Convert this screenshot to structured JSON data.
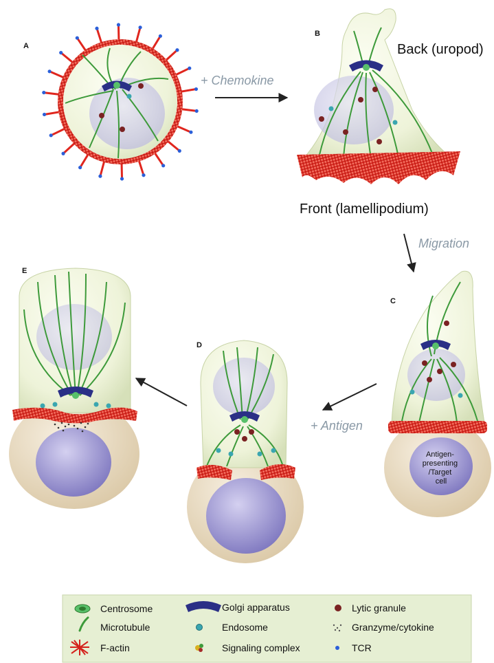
{
  "panels": {
    "a": {
      "letter": "A"
    },
    "b": {
      "letter": "B",
      "top_label": "Back (uropod)",
      "bottom_label": "Front (lamellipodium)"
    },
    "c": {
      "letter": "C",
      "target_cell_label": [
        "Antigen-",
        "presenting",
        "/Target",
        "cell"
      ]
    },
    "d": {
      "letter": "D"
    },
    "e": {
      "letter": "E"
    }
  },
  "transitions": {
    "chemokine": "+ Chemokine",
    "migration": "Migration",
    "antigen": "+ Antigen"
  },
  "legend": {
    "items": [
      {
        "label": "Centrosome",
        "icon": "centrosome-icon"
      },
      {
        "label": "Golgi apparatus",
        "icon": "golgi-icon"
      },
      {
        "label": "Lytic granule",
        "icon": "lytic-granule-icon"
      },
      {
        "label": "Microtubule",
        "icon": "microtubule-icon"
      },
      {
        "label": "Endosome",
        "icon": "endosome-icon"
      },
      {
        "label": "Granzyme/cytokine",
        "icon": "granzyme-icon"
      },
      {
        "label": "F-actin",
        "icon": "f-actin-icon"
      },
      {
        "label": "Signaling complex",
        "icon": "signaling-complex-icon"
      },
      {
        "label": "TCR",
        "icon": "tcr-icon"
      }
    ]
  },
  "colors": {
    "cell_body": "#eef3d9",
    "cell_outline": "#b9c79a",
    "nucleus": "#c9c8e6",
    "microtubule": "#3d9a3a",
    "f_actin": "#e0261e",
    "golgi": "#2a2f86",
    "lytic_granule": "#7a2222",
    "endosome": "#3aa6b0",
    "tcr": "#2b5fd9",
    "target_cell": "#e9dcc4",
    "target_nucleus": "#8c86c8",
    "legend_bg": "#e6efd3",
    "arrow": "#222222",
    "step_text": "#8a99a6"
  }
}
